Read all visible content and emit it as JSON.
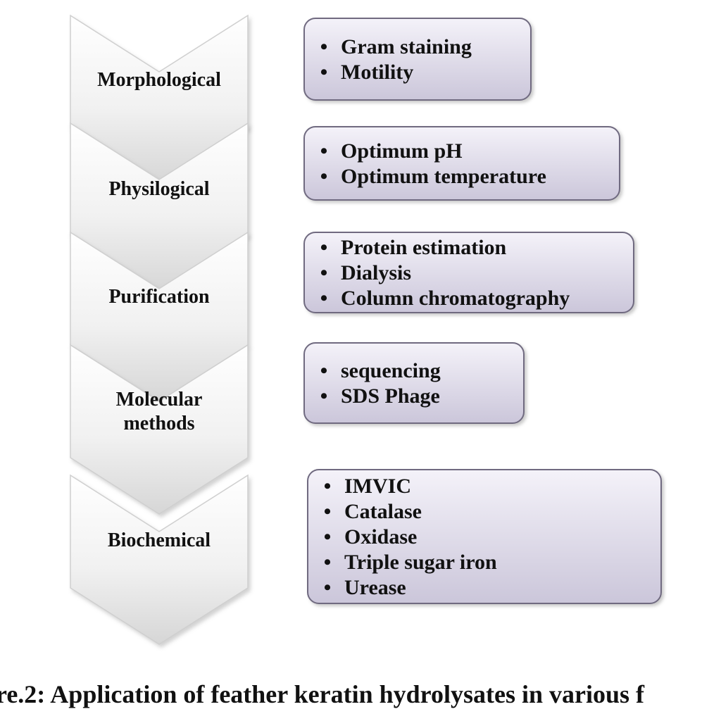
{
  "colors": {
    "chevron_fill_top": "#ffffff",
    "chevron_fill_bottom": "#d9d9d9",
    "chevron_edge": "#cfcfcf",
    "box_fill_top": "#f3f1f8",
    "box_fill_bottom": "#cdc8dc",
    "box_border": "#6f6a80",
    "text": "#111111"
  },
  "steps": [
    {
      "label": [
        "Morphological"
      ],
      "items": [
        "Gram staining",
        "Motility"
      ]
    },
    {
      "label": [
        "Physilogical"
      ],
      "items": [
        "Optimum pH",
        "Optimum temperature"
      ]
    },
    {
      "label": [
        "Purification"
      ],
      "items": [
        "Protein estimation",
        "Dialysis",
        "Column chromatography"
      ]
    },
    {
      "label": [
        "Molecular",
        "methods"
      ],
      "items": [
        "sequencing",
        "SDS Phage"
      ]
    },
    {
      "label": [
        "Biochemical"
      ],
      "items": [
        "IMVIC",
        "Catalase",
        "Oxidase",
        "Triple sugar iron",
        "Urease"
      ]
    }
  ],
  "caption": "re.2: Application of feather keratin hydrolysates in various f"
}
